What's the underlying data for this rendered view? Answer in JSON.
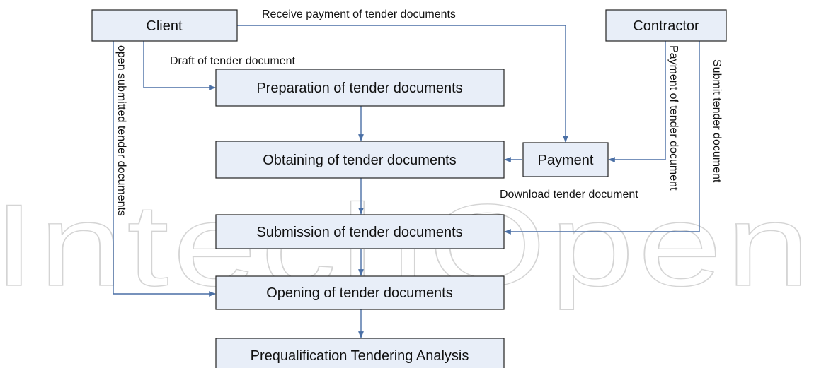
{
  "colors": {
    "box_fill": "#e8eef8",
    "box_border": "#222222",
    "arrow": "#4a6fa5",
    "watermark": "#d0d0d0"
  },
  "watermark": {
    "text": "IntechOpen"
  },
  "nodes": {
    "client": "Client",
    "contractor": "Contractor",
    "preparation": "Preparation of tender documents",
    "obtaining": "Obtaining of tender documents",
    "payment": "Payment",
    "submission": "Submission of tender documents",
    "opening": "Opening of tender documents",
    "prequalification": "Prequalification Tendering Analysis"
  },
  "edge_labels": {
    "receive_payment": "Receive payment of tender documents",
    "draft": "Draft of tender document",
    "open_submitted": "open submitted tender documents",
    "payment_of_tender": "Payment of tender document",
    "submit_tender": "Submit tender document",
    "download_tender": "Download tender document"
  }
}
